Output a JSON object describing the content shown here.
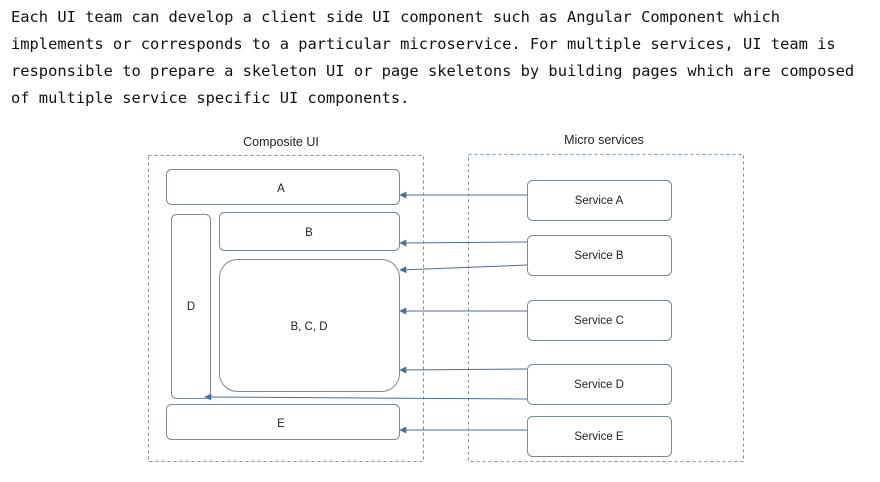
{
  "intro_text": "Each UI team can develop a client side UI component such as Angular Component which\nimplements or corresponds to a particular microservice. For multiple services, UI team is\nresponsible to prepare a skeleton UI or page skeletons by building pages which are composed\nof multiple service specific UI components.",
  "diagram": {
    "composite_title": "Composite UI",
    "micro_title": "Micro services",
    "ui_components": {
      "a": "A",
      "b": "B",
      "bcd": "B, C, D",
      "d": "D",
      "e": "E"
    },
    "services": {
      "a": "Service A",
      "b": "Service B",
      "c": "Service C",
      "d": "Service D",
      "e": "Service E"
    },
    "colors": {
      "box_border": "#7a8a99",
      "dashed_border": "#7a8fb0",
      "arrow": "#4a6f9a",
      "text": "#222222"
    }
  }
}
